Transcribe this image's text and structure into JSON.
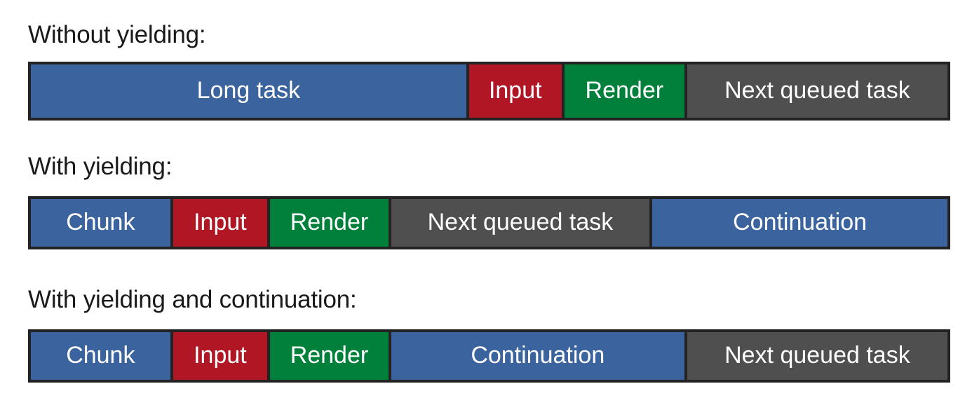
{
  "diagram": {
    "title_colors": {
      "blue": "#3B639E",
      "red": "#B01623",
      "green": "#00803A",
      "gray": "#4F4F4F",
      "border": "#232323",
      "background": "#FFFFFF",
      "label_text": "#1A1A1A",
      "segment_text": "#FFFFFF"
    },
    "rows": [
      {
        "label": "Without yielding:",
        "segments": [
          {
            "text": "Long task",
            "color_name": "blue",
            "color": "#3B639E",
            "width_pct": 47.5
          },
          {
            "text": "Input",
            "color_name": "red",
            "color": "#B01623",
            "width_pct": 10.4
          },
          {
            "text": "Render",
            "color_name": "green",
            "color": "#00803A",
            "width_pct": 13.4
          },
          {
            "text": "Next queued task",
            "color_name": "gray",
            "color": "#4F4F4F",
            "width_pct": 28.7
          }
        ]
      },
      {
        "label": "With yielding:",
        "segments": [
          {
            "text": "Chunk",
            "color_name": "blue",
            "color": "#3B639E",
            "width_pct": 15.2
          },
          {
            "text": "Input",
            "color_name": "red",
            "color": "#B01623",
            "width_pct": 10.6
          },
          {
            "text": "Render",
            "color_name": "green",
            "color": "#00803A",
            "width_pct": 13.2
          },
          {
            "text": "Next queued task",
            "color_name": "gray",
            "color": "#4F4F4F",
            "width_pct": 28.5
          },
          {
            "text": "Continuation",
            "color_name": "blue",
            "color": "#3B639E",
            "width_pct": 32.5
          }
        ]
      },
      {
        "label": "With yielding and continuation:",
        "segments": [
          {
            "text": "Chunk",
            "color_name": "blue",
            "color": "#3B639E",
            "width_pct": 15.2
          },
          {
            "text": "Input",
            "color_name": "red",
            "color": "#B01623",
            "width_pct": 10.6
          },
          {
            "text": "Render",
            "color_name": "green",
            "color": "#00803A",
            "width_pct": 13.2
          },
          {
            "text": "Continuation",
            "color_name": "blue",
            "color": "#3B639E",
            "width_pct": 32.3
          },
          {
            "text": "Next queued task",
            "color_name": "gray",
            "color": "#4F4F4F",
            "width_pct": 28.7
          }
        ]
      }
    ]
  }
}
